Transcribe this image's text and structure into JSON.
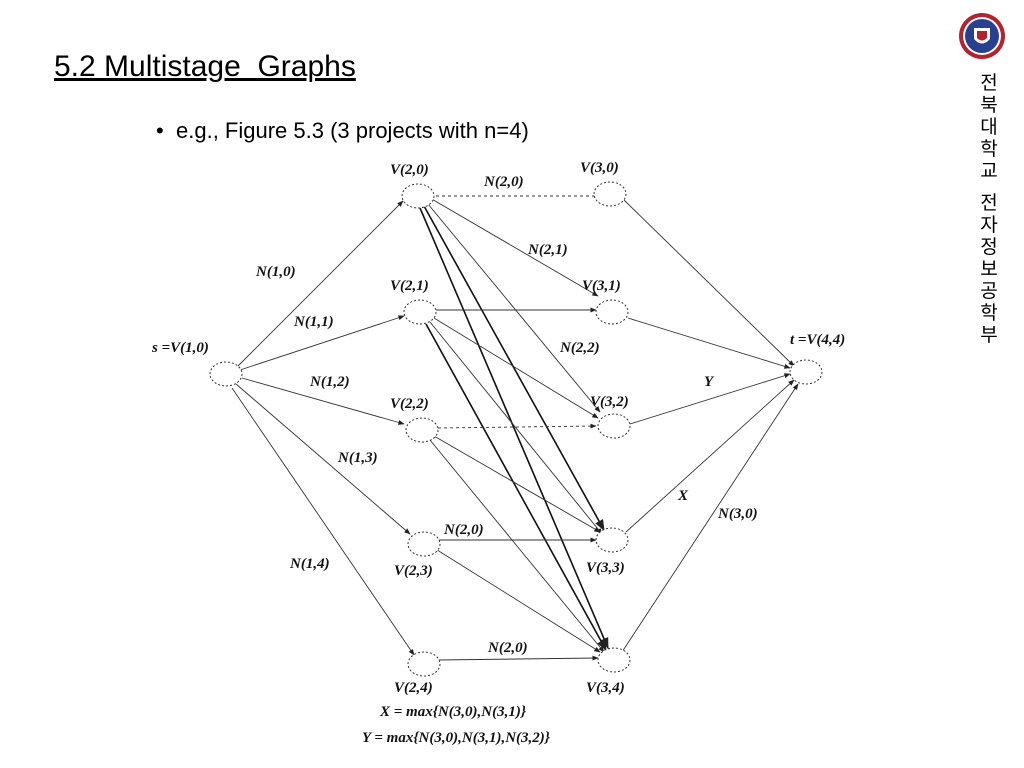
{
  "title": "5.2 Multistage  Graphs",
  "bullet": "e.g., Figure 5.3 (3 projects with n=4)",
  "side_text_1": [
    "전",
    "북",
    "대",
    "학",
    "교"
  ],
  "side_text_2": [
    "전",
    "자",
    "정",
    "보",
    "공",
    "학",
    "부"
  ],
  "diagram": {
    "nodes": {
      "s": "s =V(1,0)",
      "v20": "V(2,0)",
      "v21": "V(2,1)",
      "v22": "V(2,2)",
      "v23": "V(2,3)",
      "v24": "V(2,4)",
      "v30": "V(3,0)",
      "v31": "V(3,1)",
      "v32": "V(3,2)",
      "v33": "V(3,3)",
      "v34": "V(3,4)",
      "t": "t =V(4,4)"
    },
    "edge_labels": {
      "n10": "N(1,0)",
      "n11": "N(1,1)",
      "n12": "N(1,2)",
      "n13": "N(1,3)",
      "n14": "N(1,4)",
      "n20_top": "N(2,0)",
      "n21": "N(2,1)",
      "n22": "N(2,2)",
      "n20_mid": "N(2,0)",
      "n20_bot": "N(2,0)",
      "n30": "N(3,0)",
      "x": "X",
      "y": "Y"
    },
    "formula_x": "X = max{N(3,0),N(3,1)}",
    "formula_y": "Y = max{N(3,0),N(3,1),N(3,2)}"
  }
}
